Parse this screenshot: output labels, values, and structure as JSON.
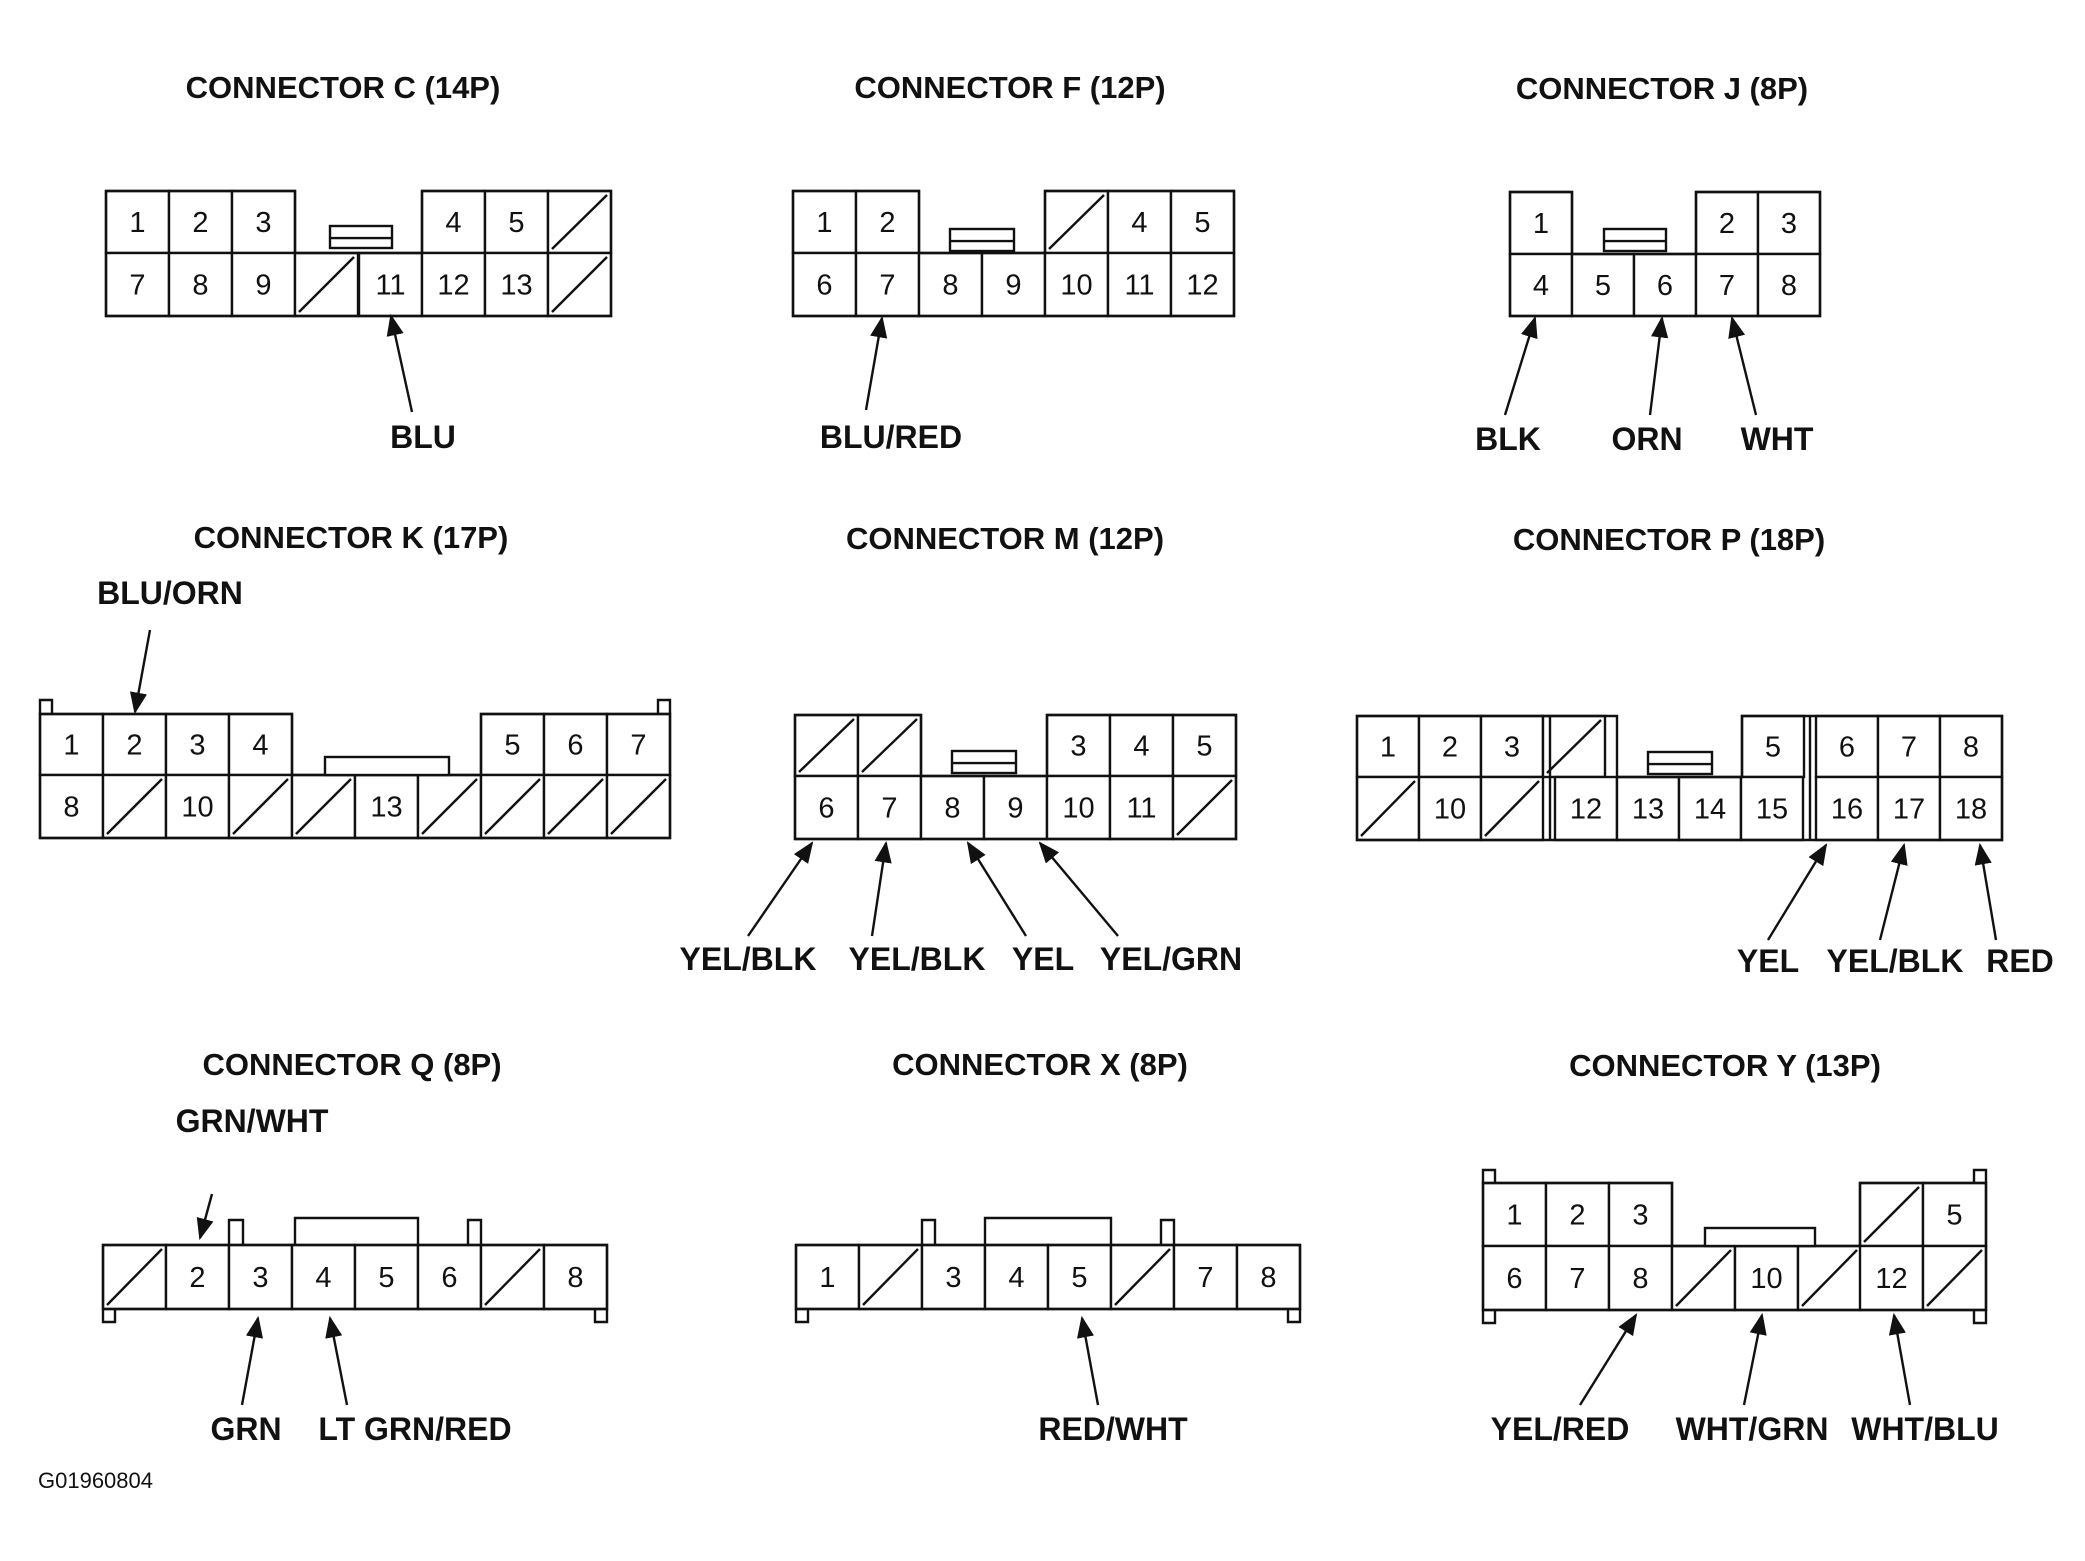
{
  "figure_id": "G01960804",
  "connectors": [
    {
      "id": "C",
      "title": "CONNECTOR C (14P)",
      "rows": [
        [
          "1",
          "2",
          "3",
          "",
          "4",
          "5",
          "/"
        ],
        [
          "7",
          "8",
          "9",
          "/",
          "11",
          "12",
          "13",
          "/"
        ]
      ],
      "wires": [
        {
          "label": "BLU",
          "pin": "11"
        }
      ]
    },
    {
      "id": "F",
      "title": "CONNECTOR F (12P)",
      "rows": [
        [
          "1",
          "2",
          "/",
          "4",
          "5"
        ],
        [
          "6",
          "7",
          "8",
          "9",
          "10",
          "11",
          "12"
        ]
      ],
      "wires": [
        {
          "label": "BLU/RED",
          "pin": "7"
        }
      ]
    },
    {
      "id": "J",
      "title": "CONNECTOR J (8P)",
      "rows": [
        [
          "1",
          "2",
          "3"
        ],
        [
          "4",
          "5",
          "6",
          "7",
          "8"
        ]
      ],
      "wires": [
        {
          "label": "BLK",
          "pin": "4"
        },
        {
          "label": "ORN",
          "pin": "6"
        },
        {
          "label": "WHT",
          "pin": "7"
        }
      ]
    },
    {
      "id": "K",
      "title": "CONNECTOR K (17P)",
      "rows": [
        [
          "1",
          "2",
          "3",
          "4",
          "5",
          "6",
          "7"
        ],
        [
          "8",
          "/",
          "10",
          "/",
          "/",
          "13",
          "/",
          "/",
          "/",
          "/"
        ]
      ],
      "wires": [
        {
          "label": "BLU/ORN",
          "pin": "2"
        }
      ]
    },
    {
      "id": "M",
      "title": "CONNECTOR M (12P)",
      "rows": [
        [
          "/",
          "/",
          "3",
          "4",
          "5"
        ],
        [
          "6",
          "7",
          "8",
          "9",
          "10",
          "11",
          "/"
        ]
      ],
      "wires": [
        {
          "label": "YEL/BLK",
          "pin": "6"
        },
        {
          "label": "YEL/BLK",
          "pin": "7"
        },
        {
          "label": "YEL",
          "pin": "8"
        },
        {
          "label": "YEL/GRN",
          "pin": "9"
        }
      ]
    },
    {
      "id": "P",
      "title": "CONNECTOR P (18P)",
      "rows": [
        [
          "1",
          "2",
          "3",
          "/",
          "5",
          "6",
          "7",
          "8"
        ],
        [
          "/",
          "10",
          "/",
          "12",
          "13",
          "14",
          "15",
          "16",
          "17",
          "18"
        ]
      ],
      "wires": [
        {
          "label": "YEL",
          "pin": "16"
        },
        {
          "label": "YEL/BLK",
          "pin": "17"
        },
        {
          "label": "RED",
          "pin": "18"
        }
      ]
    },
    {
      "id": "Q",
      "title": "CONNECTOR Q (8P)",
      "rows": [
        [
          "/",
          "2",
          "3",
          "4",
          "5",
          "6",
          "/",
          "8"
        ]
      ],
      "wires": [
        {
          "label": "GRN/WHT",
          "pin": "2"
        },
        {
          "label": "GRN",
          "pin": "3"
        },
        {
          "label": "LT GRN/RED",
          "pin": "4"
        }
      ]
    },
    {
      "id": "X",
      "title": "CONNECTOR X (8P)",
      "rows": [
        [
          "1",
          "/",
          "3",
          "4",
          "5",
          "/",
          "7",
          "8"
        ]
      ],
      "wires": [
        {
          "label": "RED/WHT",
          "pin": "5"
        }
      ]
    },
    {
      "id": "Y",
      "title": "CONNECTOR Y (13P)",
      "rows": [
        [
          "1",
          "2",
          "3",
          "/",
          "5"
        ],
        [
          "6",
          "7",
          "8",
          "/",
          "10",
          "/",
          "12",
          "/"
        ]
      ],
      "wires": [
        {
          "label": "YEL/RED",
          "pin": "8"
        },
        {
          "label": "WHT/GRN",
          "pin": "10"
        },
        {
          "label": "WHT/BLU",
          "pin": "12"
        }
      ]
    }
  ]
}
